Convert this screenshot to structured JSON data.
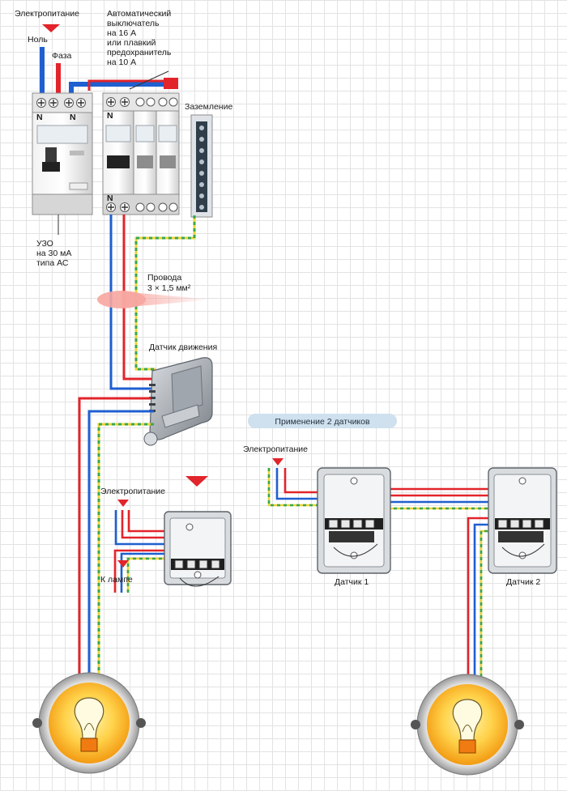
{
  "labels": {
    "power_top": "Электропитание",
    "neutral": "Ноль",
    "phase": "Фаза",
    "breaker": [
      "Автоматический",
      "выключатель",
      "на 16 А",
      "или плавкий",
      "предохранитель",
      "на 10 А"
    ],
    "ground": "Заземление",
    "rcd": [
      "УЗО",
      "на 30 мА",
      "типа АС"
    ],
    "wires": [
      "Провода",
      "3 × 1,5 мм²"
    ],
    "motion_sensor": "Датчик движения",
    "two_sensors": "Применение 2 датчиков",
    "power_left": "Электропитание",
    "power_right": "Электропитание",
    "to_lamp": "К лампе",
    "sensor1": "Датчик 1",
    "sensor2": "Датчик 2",
    "terminal_n": "N"
  },
  "colors": {
    "phase": "#e2242b",
    "neutral": "#1f5fd0",
    "earth_yellow": "#e9d43a",
    "earth_green": "#3aa64a",
    "arrow": "#e2242b",
    "lamp_glow": "#f6b21a",
    "pill_bg": "#cfe0ee"
  }
}
